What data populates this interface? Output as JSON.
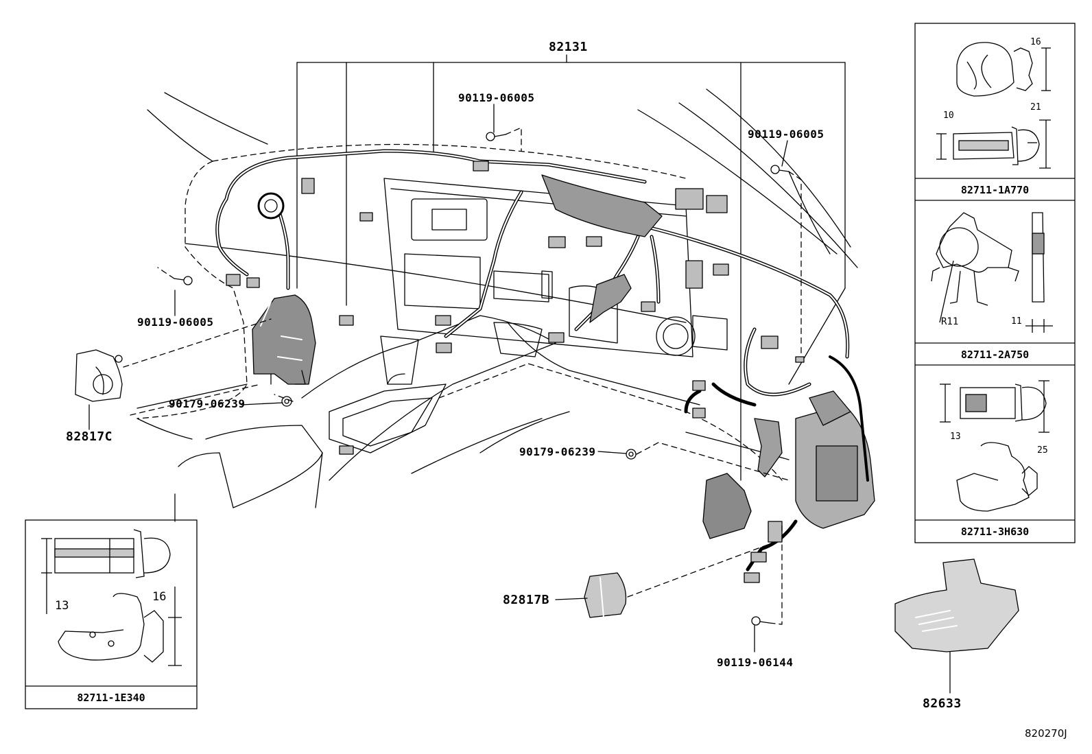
{
  "callouts": {
    "assembly": "82131",
    "screw_top": "90119-06005",
    "screw_right": "90119-06005",
    "screw_left": "90119-06005",
    "nut_left": "90179-06239",
    "nut_center": "90179-06239",
    "bracket_c": "82817C",
    "bracket_b": "82817B",
    "screw_bottom": "90119-06144",
    "cover": "82633"
  },
  "insets": [
    {
      "part": "82711-1A770",
      "dims": [
        "16",
        "10",
        "21"
      ]
    },
    {
      "part": "82711-2A750",
      "dims": [
        "R11",
        "11"
      ]
    },
    {
      "part": "82711-3H630",
      "dims": [
        "13",
        "25"
      ]
    },
    {
      "part": "82711-1E340",
      "dims": [
        "13",
        "16"
      ]
    }
  ],
  "diagram_ref": "820270J"
}
